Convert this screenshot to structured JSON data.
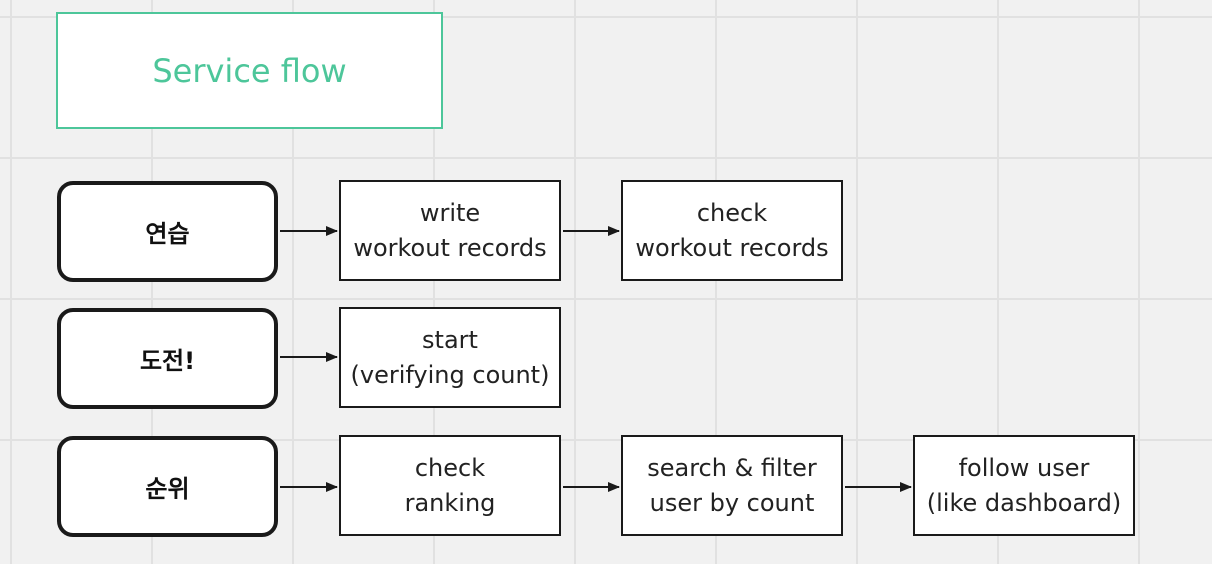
{
  "title": "Service flow",
  "rows": [
    {
      "category": "연습",
      "steps": [
        {
          "line1": "write",
          "line2": "workout records"
        },
        {
          "line1": "check",
          "line2": "workout records"
        }
      ]
    },
    {
      "category": "도전!",
      "steps": [
        {
          "line1": "start",
          "line2": "(verifying count)"
        }
      ]
    },
    {
      "category": "순위",
      "steps": [
        {
          "line1": "check",
          "line2": "ranking"
        },
        {
          "line1": "search & filter",
          "line2": "user by count"
        },
        {
          "line1": "follow user",
          "line2": "(like dashboard)"
        }
      ]
    }
  ],
  "colors": {
    "title_accent": "#4dc69a",
    "stroke": "#1a1a1a",
    "canvas": "#f1f1f1",
    "grid": "#e1e1e1"
  }
}
